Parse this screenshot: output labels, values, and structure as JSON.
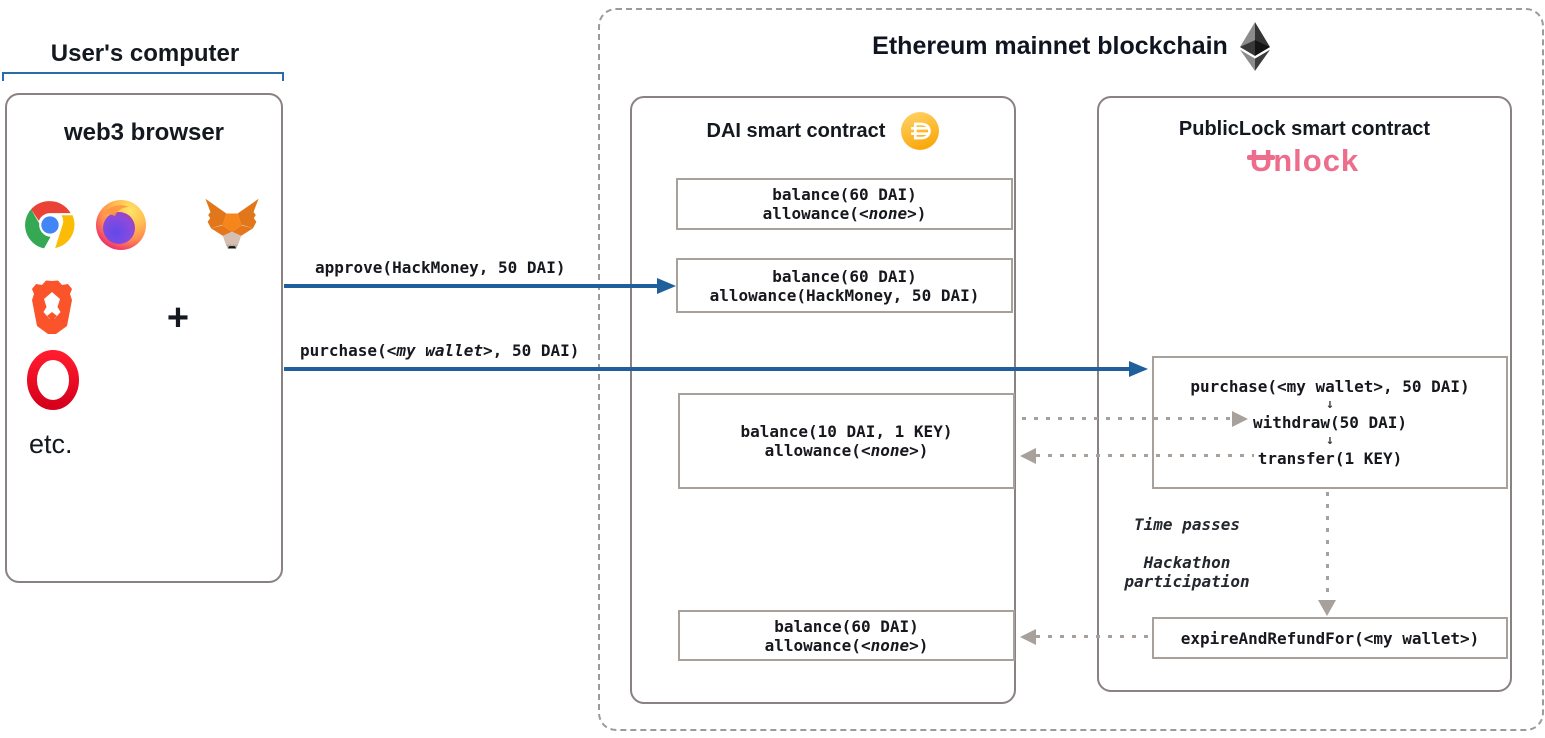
{
  "colors": {
    "accent_blue": "#1E5F9C",
    "unlock_pink": "#ED6E8C",
    "dai_gold": "#F9A606",
    "box_border_gray": "#8A8282",
    "inner_border_gray": "#A8A09B",
    "dashed_border_gray": "#9B9B9B",
    "text_dark": "#14181F"
  },
  "user_computer": {
    "title": "User's computer",
    "browser_box": {
      "title": "web3 browser",
      "plus": "+",
      "etc_label": "etc.",
      "icons": [
        "chrome",
        "firefox",
        "metamask",
        "brave",
        "opera"
      ]
    }
  },
  "ethereum": {
    "title": "Ethereum mainnet blockchain"
  },
  "dai": {
    "title": "DAI smart contract",
    "state1": {
      "l1": "balance(60 DAI)",
      "l2a": "allowance(",
      "l2b": "<none>",
      "l2c": ")"
    },
    "state2": {
      "l1": "balance(60 DAI)",
      "l2": "allowance(HackMoney, 50 DAI)"
    },
    "state3": {
      "l1": "balance(10 DAI, 1 KEY)",
      "l2a": "allowance(",
      "l2b": "<none>",
      "l2c": ")"
    },
    "state4": {
      "l1": "balance(60 DAI)",
      "l2a": "allowance(",
      "l2b": "<none>",
      "l2c": ")"
    }
  },
  "publiclock": {
    "title": "PublicLock smart contract",
    "logo_u": "U",
    "logo_rest": "nlock",
    "call1": "purchase(<my wallet>, 50 DAI)",
    "down_arrow": "↓",
    "call2": "withdraw(50 DAI)",
    "call3": "transfer(1 KEY)",
    "note_time": "Time passes",
    "note_hack1": "Hackathon",
    "note_hack2": "participation",
    "expire": "expireAndRefundFor(<my wallet>)"
  },
  "arrows": {
    "approve_label": "approve(HackMoney, 50 DAI)",
    "purchase_a": "purchase(",
    "purchase_b": "<my wallet>",
    "purchase_c": ", 50 DAI)"
  }
}
